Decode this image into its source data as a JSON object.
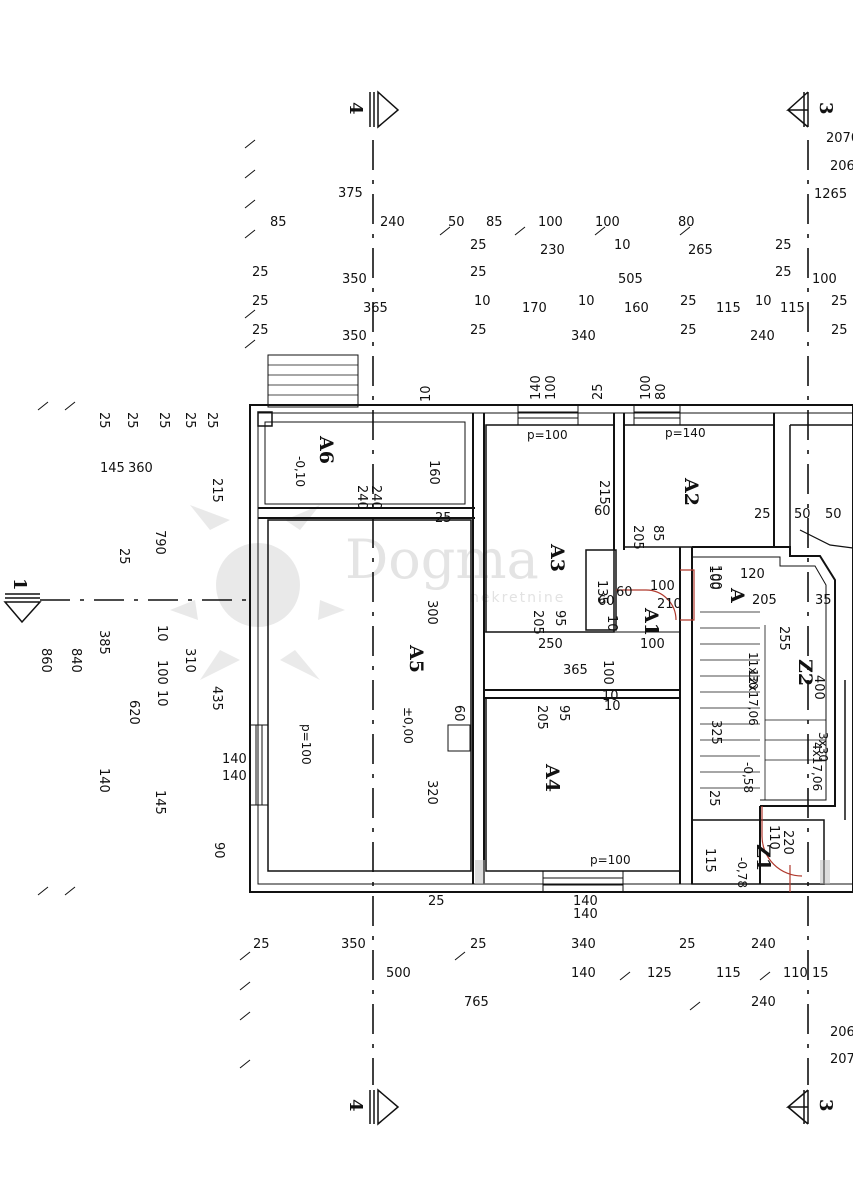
{
  "section_markers": {
    "top_left": "4",
    "top_right": "3",
    "bottom_left": "4",
    "bottom_right": "3",
    "left": "1"
  },
  "rooms": {
    "a1": "A1",
    "a2": "A2",
    "a3": "A3",
    "a4": "A4",
    "a5": "A5",
    "a6": "A6",
    "z1": "Z1",
    "z2": "Z2",
    "a_label": "A"
  },
  "levels": {
    "a6": "-0,10",
    "a5": "±0,00",
    "z2": "-0,58",
    "z1": "-0,78"
  },
  "openings": {
    "p100_a3": "p=100",
    "p140_a2": "p=140",
    "p100_a5": "p=100",
    "p100_a4": "p=100"
  },
  "stairs": {
    "s1": "11x30",
    "s2": "12x17,06",
    "s3": "3x30",
    "s4": "4x17,06"
  },
  "watermark": {
    "brand": "Dogma",
    "sub": "nekretnine"
  },
  "dims_top": {
    "r1": [
      "375",
      "2070",
      "206"
    ],
    "r2": [
      "85",
      "240",
      "50",
      "85",
      "100",
      "100",
      "80",
      "1265"
    ],
    "r3": [
      "25",
      "230",
      "10",
      "265",
      "25"
    ],
    "r4": [
      "25",
      "350",
      "25",
      "505",
      "25",
      "100"
    ],
    "r5": [
      "25",
      "365",
      "10",
      "170",
      "10",
      "160",
      "25",
      "115",
      "10",
      "115",
      "25"
    ],
    "r6": [
      "25",
      "350",
      "25",
      "340",
      "25",
      "240",
      "25"
    ],
    "r7": [
      "10",
      "140",
      "100",
      "25",
      "100",
      "80"
    ]
  },
  "dims_bottom": {
    "r1": [
      "25",
      "350",
      "25",
      "340",
      "25",
      "240"
    ],
    "r2": [
      "500",
      "140",
      "125",
      "115",
      "110",
      "15"
    ],
    "r3": [
      "765",
      "240",
      "206",
      "207"
    ],
    "r4": [
      "140",
      "140",
      "25"
    ]
  },
  "dims_left": {
    "c1": [
      "215",
      "435",
      "140",
      "140",
      "90"
    ],
    "c2": [
      "25",
      "25",
      "25",
      "25",
      "25"
    ],
    "c3": [
      "145",
      "360",
      "790",
      "310",
      "145"
    ],
    "c4": [
      "385",
      "140"
    ],
    "c5": [
      "840",
      "860"
    ],
    "c6": [
      "620",
      "100",
      "10",
      "10"
    ]
  },
  "dims_interior": [
    "160",
    "240",
    "240",
    "215",
    "60",
    "205",
    "85",
    "60",
    "135",
    "10",
    "205",
    "95",
    "250",
    "100",
    "210",
    "100",
    "100",
    "365",
    "100",
    "60",
    "95",
    "205",
    "10",
    "300",
    "320",
    "120",
    "205",
    "35",
    "255",
    "400",
    "25",
    "50",
    "50",
    "100",
    "325",
    "25",
    "110",
    "220",
    "115",
    "25",
    "10",
    "60",
    "25"
  ]
}
